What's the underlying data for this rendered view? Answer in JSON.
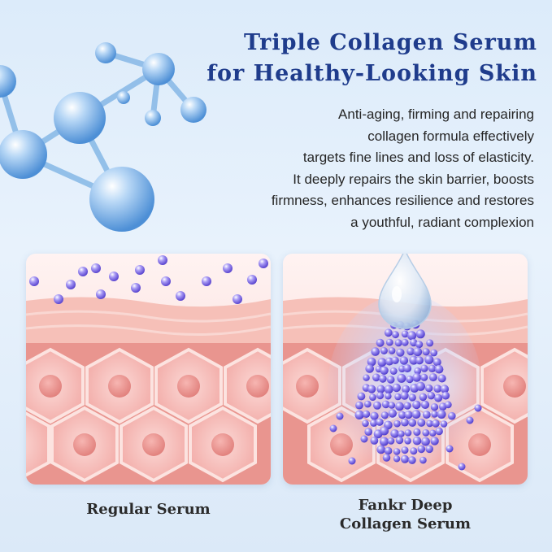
{
  "headline": {
    "line1": "Triple Collagen Serum",
    "line2": "for Healthy-Looking Skin"
  },
  "description": {
    "lines": [
      "Anti-aging, firming and repairing",
      "collagen formula effectively",
      "targets fine lines and loss of elasticity.",
      "It deeply repairs the skin barrier, boosts",
      "firmness, enhances resilience and restores",
      "a youthful, radiant complexion"
    ]
  },
  "comparison": {
    "left_caption": "Regular Serum",
    "right_caption_line1": "Fankr Deep",
    "right_caption_line2": "Collagen Serum"
  },
  "colors": {
    "title": "#1f3c8c",
    "skin": "#f3b3ae",
    "molecule": "#6ea8e0",
    "particle": "#7a66e6"
  }
}
